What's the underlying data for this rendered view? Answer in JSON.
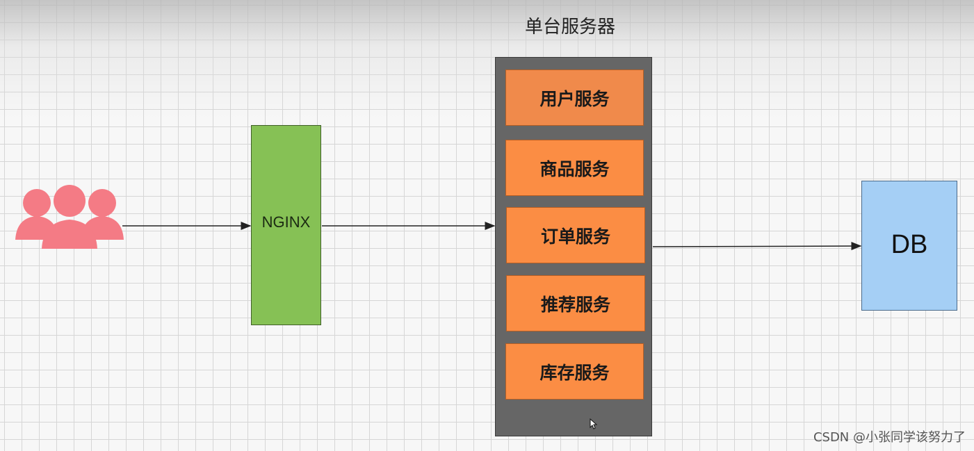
{
  "diagram": {
    "server_group_title": "单台服务器",
    "nginx_label": "NGINX",
    "db_label": "DB",
    "services": [
      "用户服务",
      "商品服务",
      "订单服务",
      "推荐服务",
      "库存服务"
    ],
    "watermark": "CSDN @小张同学该努力了"
  },
  "icons": {
    "users": "users-group-icon",
    "cursor": "mouse-cursor-icon"
  },
  "colors": {
    "users": "#f47b85",
    "nginx": "#86c155",
    "server": "#666666",
    "service": "#fb8d44",
    "db": "#a5cff5",
    "arrow": "#222222"
  }
}
